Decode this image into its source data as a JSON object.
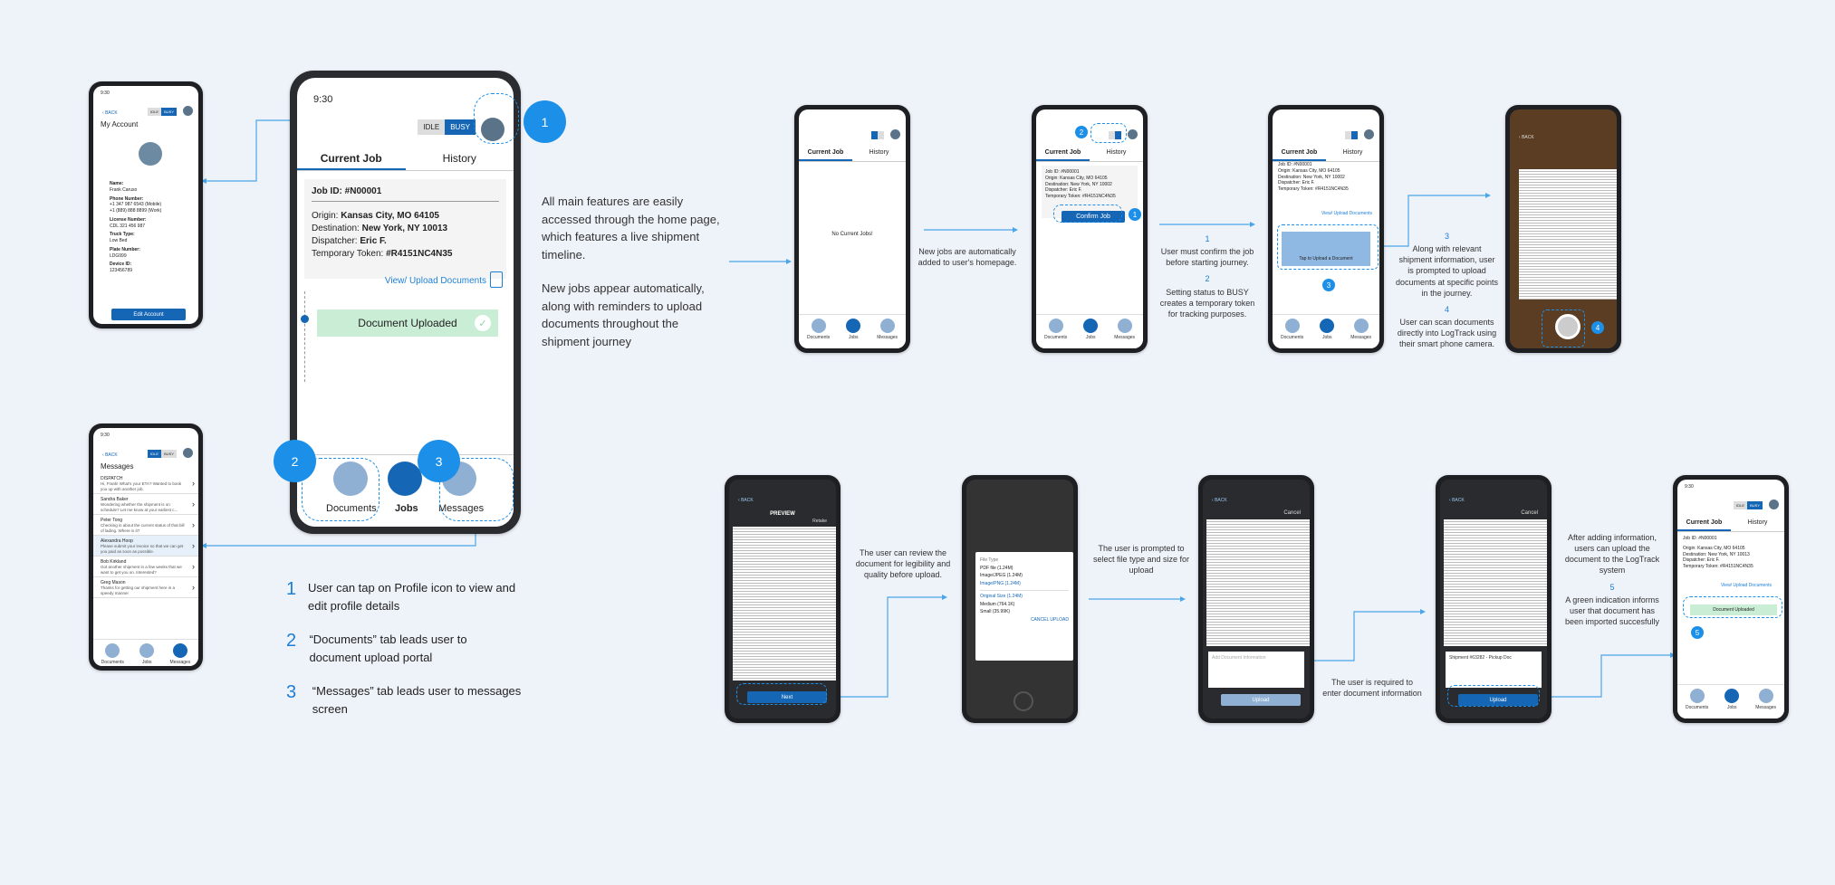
{
  "colors": {
    "accent": "#1c8fe8",
    "brand": "#1566b5",
    "background": "#eef2f9",
    "success": "#c9edd5"
  },
  "main_phone": {
    "time": "9:30",
    "idle_label": "IDLE",
    "busy_label": "BUSY",
    "tabs": [
      "Current Job",
      "History"
    ],
    "job_id": "Job ID: #N00001",
    "origin_label": "Origin: ",
    "origin_value": "Kansas City, MO 64105",
    "destination_label": "Destination: ",
    "destination_value": "New York, NY 10013",
    "dispatcher_label": "Dispatcher: ",
    "dispatcher_value": "Eric F.",
    "token_label": "Temporary Token: ",
    "token_value": "#R4151NC4N35",
    "view_upload": "View/ Upload Documents",
    "uploaded": "Document Uploaded",
    "nav": [
      "Documents",
      "Jobs",
      "Messages"
    ],
    "badges": [
      "1",
      "2",
      "3"
    ]
  },
  "main_text": {
    "p1": "All main features are easily accessed through the home page, which features a live shipment timeline.",
    "p2": "New jobs appear automatically, along with reminders to upload documents throughout the shipment journey"
  },
  "legend": [
    {
      "num": "1",
      "text": "User can tap on Profile icon to view and edit profile details"
    },
    {
      "num": "2",
      "text": "“Documents” tab leads user to document upload portal"
    },
    {
      "num": "3",
      "text": "“Messages” tab leads user to messages screen"
    }
  ],
  "account_phone": {
    "time": "9:30",
    "back": "BACK",
    "idle": "IDLE",
    "busy": "BUSY",
    "title": "My Account",
    "fields": [
      {
        "label": "Name:",
        "value": "Frank Caruso"
      },
      {
        "label": "Phone Number:",
        "value": "+1 347 987 6543 (Mobile)\n+1 (889) 888 8899 (Work)"
      },
      {
        "label": "License Number:",
        "value": "CDL 321 456 987"
      },
      {
        "label": "Truck Type:",
        "value": "Low Bed"
      },
      {
        "label": "Plate Number:",
        "value": "LDG999"
      },
      {
        "label": "Device ID:",
        "value": "123456789"
      }
    ],
    "edit": "Edit Account"
  },
  "messages_phone": {
    "time": "9:30",
    "back": "BACK",
    "idle": "IDLE",
    "busy": "BUSY",
    "title": "Messages",
    "items": [
      {
        "name": "DISPATCH",
        "preview": "Hi, Frank! What's your ETA? Wanted to book you up with another job."
      },
      {
        "name": "Sandra Baker",
        "preview": "Wondering whether the shipment is on schedule? Let me know at your earliest c..."
      },
      {
        "name": "Peter Tong",
        "preview": "Checking in about the current status of that bill of lading. Where is it?"
      },
      {
        "name": "Alexandra Hoop",
        "preview": "Please submit your invoice so that we can get you paid as soon as possible."
      },
      {
        "name": "Bob Kirkland",
        "preview": "Got another shipment in a few weeks that we want to get you on. Interested?"
      },
      {
        "name": "Greg Mason",
        "preview": "Thanks for getting our shipment here in a speedy manner"
      }
    ],
    "nav": [
      "Documents",
      "Jobs",
      "Messages"
    ]
  },
  "flow_top": {
    "s1_empty": "No Current Jobs!",
    "a1": "New jobs are automatically added to user's homepage.",
    "job": {
      "id": "Job ID: #N00001",
      "origin": "Origin: Kansas City, MO 64105",
      "dest": "Destination: New York, NY 10002",
      "disp": "Dispatcher: Eric F.",
      "token": "Temporary Token: #R4151NC4N35"
    },
    "confirm": "Confirm Job",
    "a2_n1": "1",
    "a2_t1": "User must confirm the job before starting journey.",
    "a2_n2": "2",
    "a2_t2": "Setting status to BUSY creates a temporary token for tracking purposes.",
    "view_upload": "View/ Upload Documents",
    "tap_upload": "Tap to Upload a Document",
    "a3_n1": "3",
    "a3_t1": "Along with relevant shipment information, user is prompted to upload documents at specific points in the journey.",
    "a3_n2": "4",
    "a3_t2": "User can scan documents directly into LogTrack using their smart phone camera.",
    "back": "BACK"
  },
  "flow_bottom": {
    "preview": "PREVIEW",
    "retake": "Retake",
    "next": "Next",
    "back": "BACK",
    "cancel": "Cancel",
    "a1": "The user can review the document for legibility and quality before upload.",
    "filetype": "File Type",
    "types": [
      "PDF file (1.24M)",
      "Image/JPEG (1.24M)",
      "Image/PNG (1.24M)"
    ],
    "sizes": [
      "Original Size (1.24M)",
      "Medium (764.1K)",
      "Small (35.99K)"
    ],
    "modal_actions": "CANCEL  UPLOAD",
    "a2": "The user is prompted to select file type and size for upload",
    "add_info": "Add Document Information",
    "upload": "Upload",
    "a3": "The user is required to enter document information",
    "filled_info": "Shipment #63282 - Pickup Doc",
    "a4_t1": "After adding information, users can upload the document to the LogTrack system",
    "a4_n": "5",
    "a4_t2": "A green indication informs user that document has been imported succesfully",
    "final": {
      "time": "9:30",
      "idle": "IDLE",
      "busy": "BUSY",
      "tabs": [
        "Current Job",
        "History"
      ],
      "id": "Job ID: #N00001",
      "origin": "Origin: Kansas City, MO 64105",
      "dest": "Destination: New York, NY 10013",
      "disp": "Dispatcher: Eric F.",
      "token": "Temporary Token: #R4151NC4N35",
      "view": "View/ Upload Documents",
      "uploaded": "Document Uploaded",
      "badge": "5"
    },
    "nav": [
      "Documents",
      "Jobs",
      "Messages"
    ]
  }
}
